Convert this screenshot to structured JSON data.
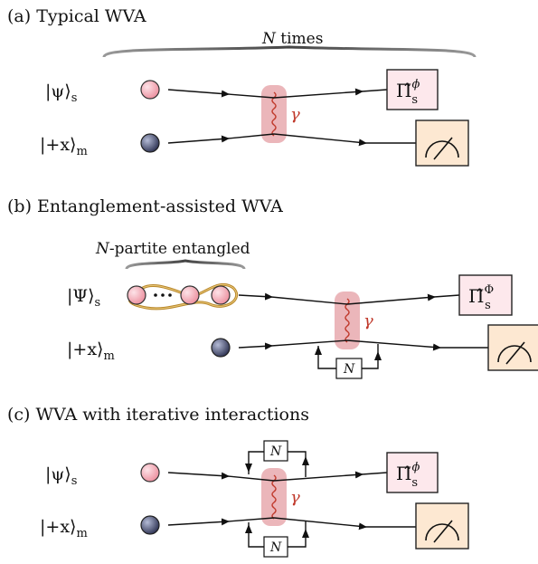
{
  "panels": [
    {
      "heading": "(a) Typical WVA",
      "brace_label": "N times",
      "system_ket": "|ψ⟩",
      "system_sub": "s",
      "meter_ket": "|+x⟩",
      "meter_sub": "m",
      "projector": "Π̂",
      "projector_sup": "ϕ",
      "projector_sub": "s",
      "coupling_label": "γ"
    },
    {
      "heading": "(b) Entanglement-assisted WVA",
      "brace_label": "N-partite entangled",
      "system_ket": "|Ψ⟩",
      "system_sub": "s",
      "meter_ket": "|+x⟩",
      "meter_sub": "m",
      "projector": "Π̂",
      "projector_sup": "Φ",
      "projector_sub": "s",
      "coupling_label": "γ",
      "loop_label": "N"
    },
    {
      "heading": "(c) WVA with iterative interactions",
      "system_ket": "|ψ⟩",
      "system_sub": "s",
      "meter_ket": "|+x⟩",
      "meter_sub": "m",
      "projector": "Π̂",
      "projector_sup": "ϕ",
      "projector_sub": "s",
      "coupling_label": "γ",
      "loop_label_top": "N",
      "loop_label_bottom": "N"
    }
  ],
  "colors": {
    "system_particle": "#f6a9b5",
    "meter_particle": "#3c4366",
    "coupling_band": "#e7a9ae",
    "wavy_line": "#c0392b",
    "projector_box": "#fde8ec",
    "meter_box": "#fde8d2",
    "entangle_loop": "#b8862a"
  },
  "icons": [
    "meter-dial-icon",
    "arrow-icon",
    "brace-icon"
  ]
}
